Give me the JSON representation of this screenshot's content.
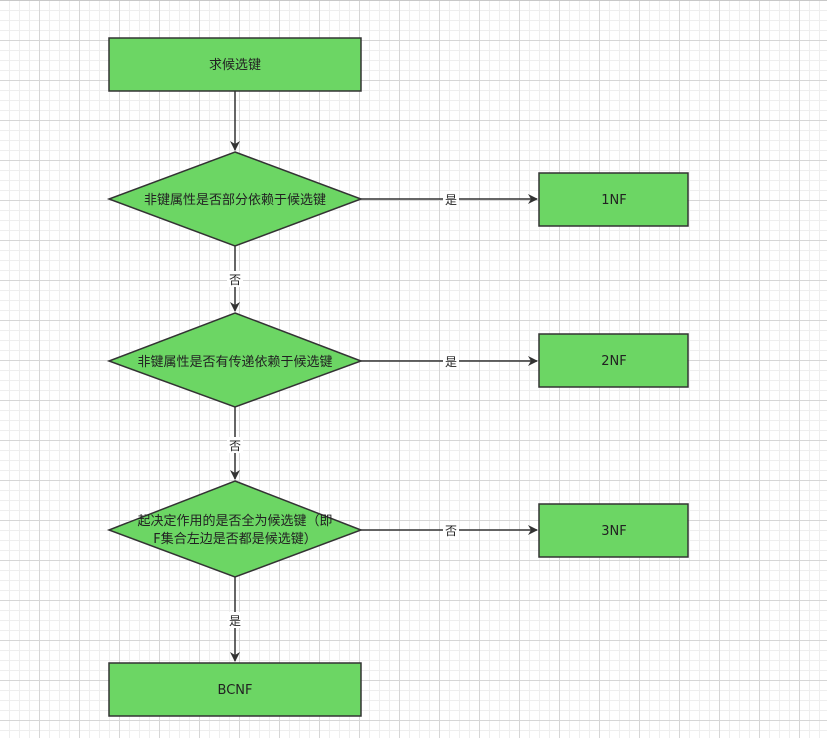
{
  "nodes": {
    "start": "求候选键",
    "q1": "非键属性是否部分依赖于候选键",
    "q2": "非键属性是否有传递依赖于候选键",
    "q3_line1": "起决定作用的是否全为候选键（即",
    "q3_line2": "F集合左边是否都是候选键）",
    "nf1": "1NF",
    "nf2": "2NF",
    "nf3": "3NF",
    "bcnf": "BCNF"
  },
  "edges": {
    "q1_yes": "是",
    "q1_no": "否",
    "q2_yes": "是",
    "q2_no": "否",
    "q3_no": "否",
    "q3_yes": "是"
  },
  "colors": {
    "node_fill": "#6cd664",
    "stroke": "#333333"
  }
}
